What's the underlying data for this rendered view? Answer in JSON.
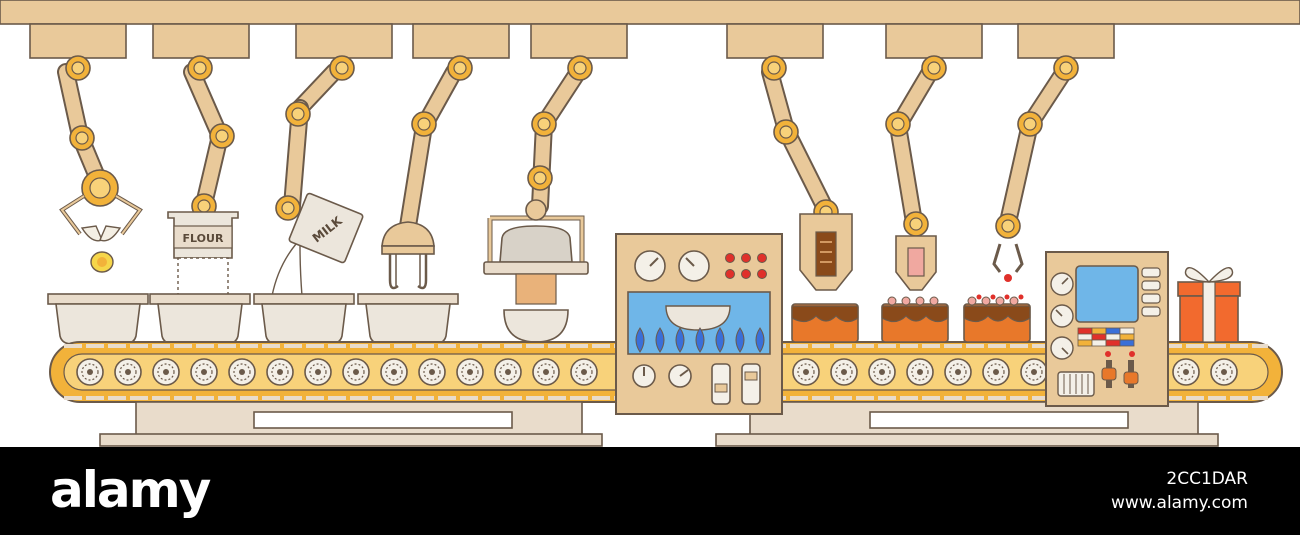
{
  "labels": {
    "flour": "FLOUR",
    "milk": "MILK"
  },
  "footer": {
    "brand": "alamy",
    "image_id": "2CC1DAR",
    "url": "www.alamy.com"
  },
  "colors": {
    "arm": "#e9c99a",
    "joint": "#f2b23a",
    "outline": "#6b5a4a",
    "belt": "#f2b23a",
    "bowl": "#ece6dc",
    "screen": "#6fb6e8",
    "gift": "#f26a2e",
    "cake": "#e8782a",
    "background": "#ffffff",
    "footer": "#000000"
  }
}
